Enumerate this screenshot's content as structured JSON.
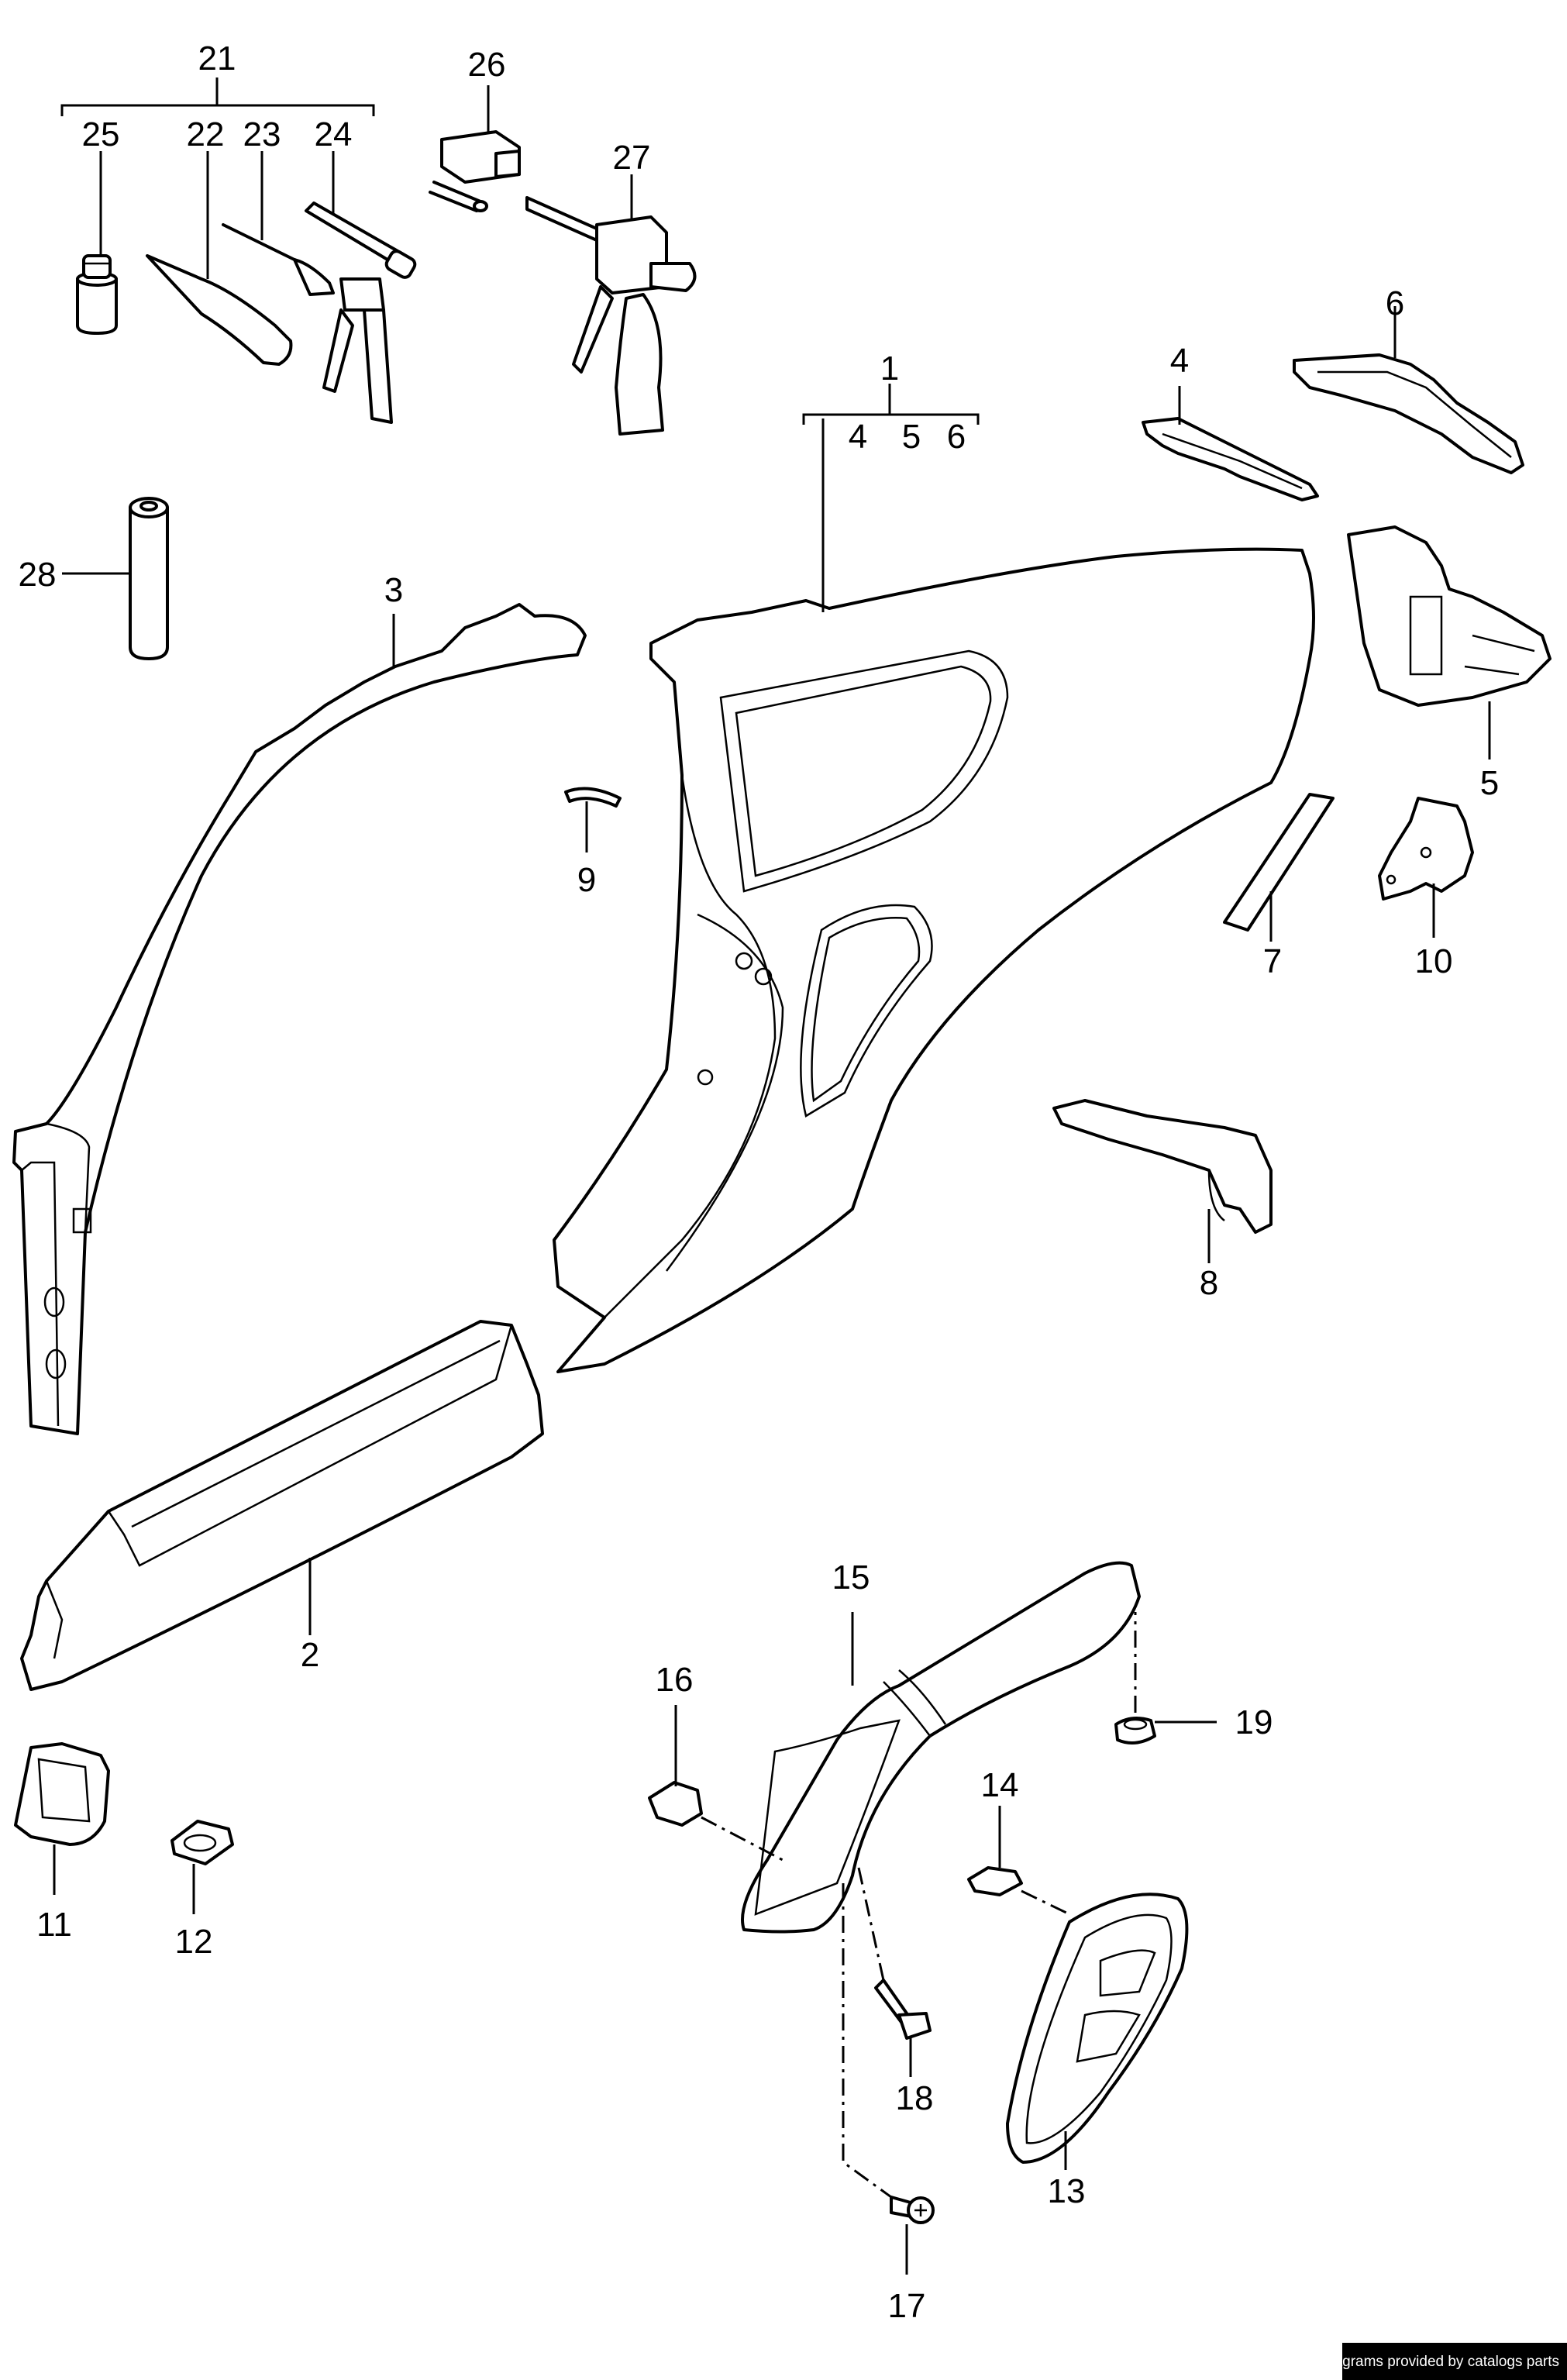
{
  "callouts": {
    "c1": "1",
    "c2": "2",
    "c3": "3",
    "c4": "4",
    "c5": "5",
    "c6": "6",
    "c7": "7",
    "c8": "8",
    "c9": "9",
    "c10": "10",
    "c11": "11",
    "c12": "12",
    "c13": "13",
    "c14": "14",
    "c15": "15",
    "c16": "16",
    "c17": "17",
    "c18": "18",
    "c19": "19",
    "c21": "21",
    "c22": "22",
    "c23": "23",
    "c24": "24",
    "c25": "25",
    "c26": "26",
    "c27": "27",
    "c28": "28",
    "g1_4": "4",
    "g1_5": "5",
    "g1_6": "6"
  },
  "credit": "Diagrams provided by catalogs parts"
}
